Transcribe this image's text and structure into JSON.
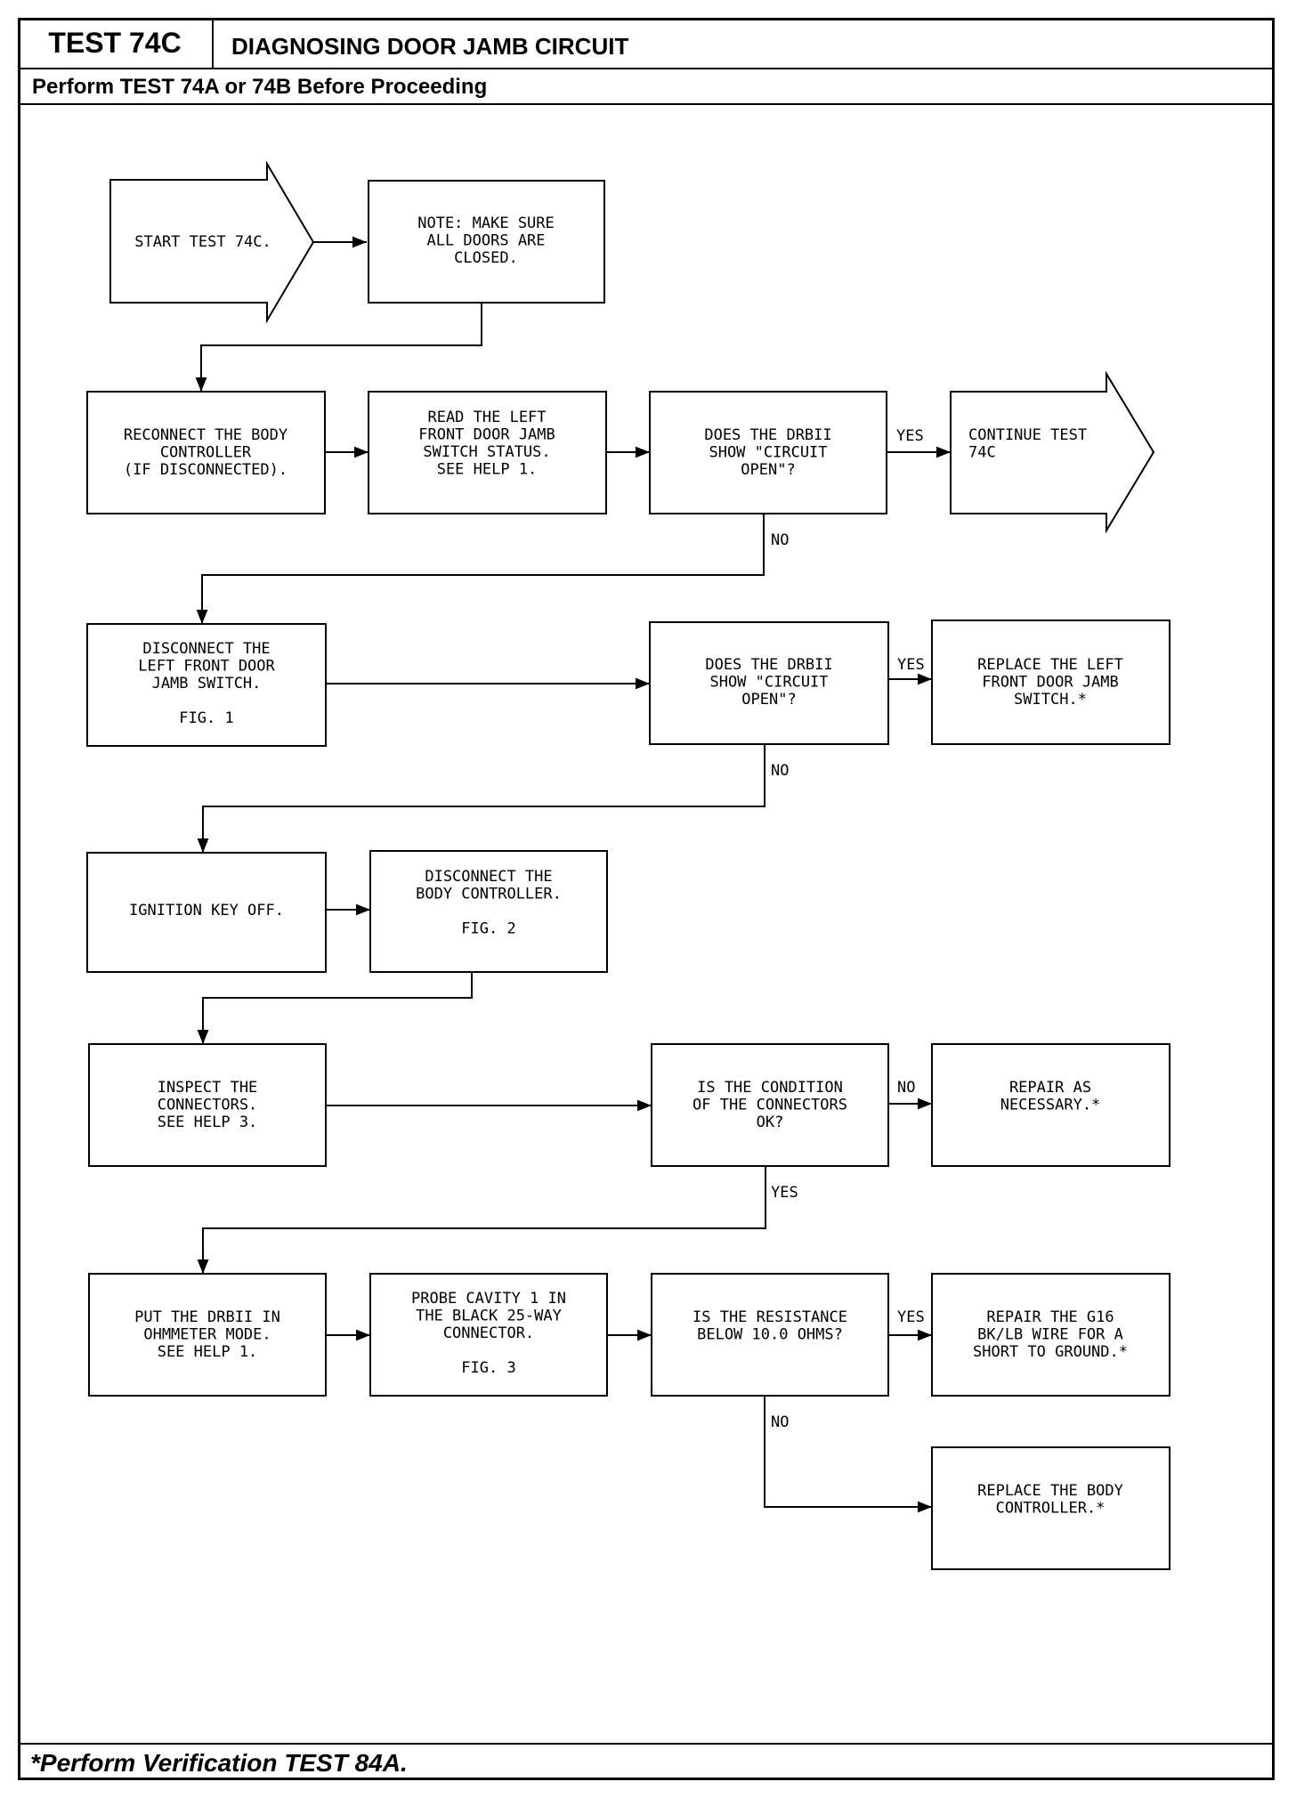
{
  "header": {
    "test_id": "TEST 74C",
    "title": "DIAGNOSING DOOR JAMB CIRCUIT",
    "prerequisite": "Perform TEST 74A or 74B Before Proceeding"
  },
  "flow": {
    "start": [
      "START TEST 74C."
    ],
    "note": [
      "NOTE: MAKE SURE",
      "ALL DOORS ARE",
      "CLOSED."
    ],
    "reconnect": [
      "RECONNECT THE BODY",
      "CONTROLLER",
      "(IF DISCONNECTED)."
    ],
    "read_switch": [
      "READ THE LEFT",
      "FRONT DOOR JAMB",
      "SWITCH STATUS.",
      "SEE HELP 1."
    ],
    "q_drb1": [
      "DOES THE DRBII",
      "SHOW \"CIRCUIT",
      "OPEN\"?"
    ],
    "continue": [
      "CONTINUE TEST",
      "74C"
    ],
    "disconnect_switch": [
      "DISCONNECT THE",
      "LEFT FRONT DOOR",
      "JAMB SWITCH.",
      "",
      "FIG. 1"
    ],
    "q_drb2": [
      "DOES THE DRBII",
      "SHOW \"CIRCUIT",
      "OPEN\"?"
    ],
    "replace_switch": [
      "REPLACE THE LEFT",
      "FRONT DOOR JAMB",
      "SWITCH.*"
    ],
    "ignition": [
      "IGNITION KEY OFF."
    ],
    "disconnect_bc": [
      "DISCONNECT THE",
      "BODY CONTROLLER.",
      "",
      "FIG. 2"
    ],
    "inspect": [
      "INSPECT THE",
      "CONNECTORS.",
      "SEE HELP 3."
    ],
    "q_condition": [
      "IS THE CONDITION",
      "OF THE CONNECTORS",
      "OK?"
    ],
    "repair": [
      "REPAIR AS",
      "NECESSARY.*"
    ],
    "ohmmeter": [
      "PUT THE DRBII IN",
      "OHMMETER MODE.",
      "SEE HELP 1."
    ],
    "probe": [
      "PROBE CAVITY 1 IN",
      "THE BLACK 25-WAY",
      "CONNECTOR.",
      "",
      "FIG. 3"
    ],
    "q_resistance": [
      "IS THE RESISTANCE",
      "BELOW 10.0 OHMS?"
    ],
    "repair_g16": [
      "REPAIR THE G16",
      "BK/LB WIRE FOR A",
      "SHORT TO GROUND.*"
    ],
    "replace_bc": [
      "REPLACE THE BODY",
      "CONTROLLER.*"
    ]
  },
  "labels": {
    "yes": "YES",
    "no": "NO"
  },
  "footer": {
    "note": "*Perform Verification TEST 84A."
  }
}
